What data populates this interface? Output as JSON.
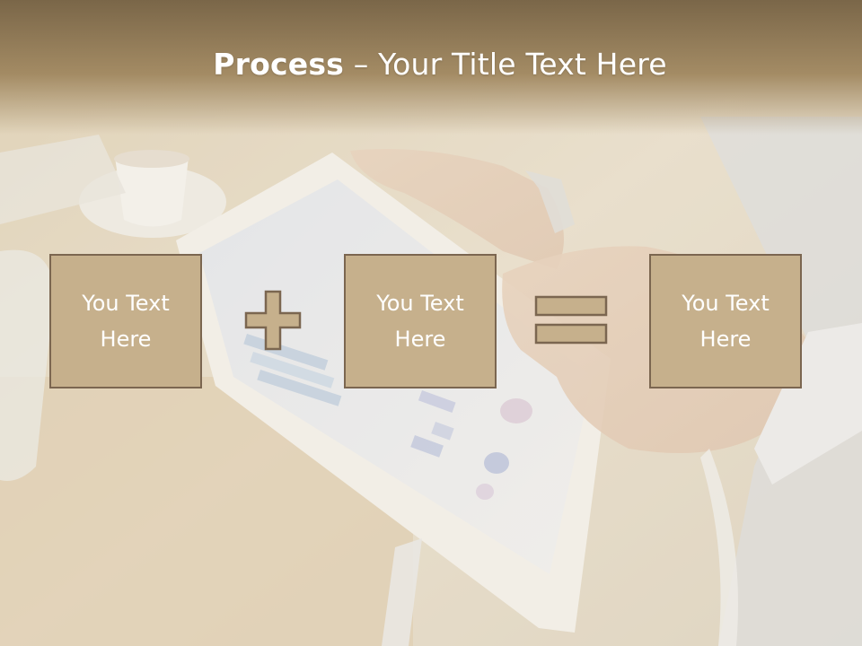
{
  "title": {
    "bold": "Process",
    "rest": " – Your Title Text Here"
  },
  "boxes": [
    {
      "text": "You Text\nHere"
    },
    {
      "text": "You Text\nHere"
    },
    {
      "text": "You Text\nHere"
    }
  ],
  "operators": [
    "plus-icon",
    "equals-icon"
  ],
  "colors": {
    "box_fill": "#c6b08c",
    "box_border": "#7b6650",
    "title_band": "#8a7556",
    "text": "#ffffff"
  }
}
